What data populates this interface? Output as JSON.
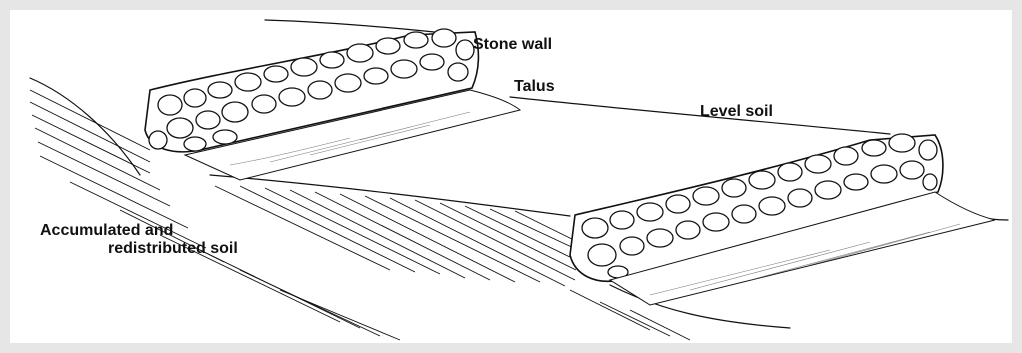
{
  "labels": {
    "stone_wall": "Stone wall",
    "talus": "Talus",
    "level_soil": "Level soil",
    "accumulated_line1": "Accumulated and",
    "accumulated_line2": "redistributed soil"
  },
  "colors": {
    "background": "#e6e6e6",
    "panel": "#ffffff",
    "ink": "#111111"
  }
}
